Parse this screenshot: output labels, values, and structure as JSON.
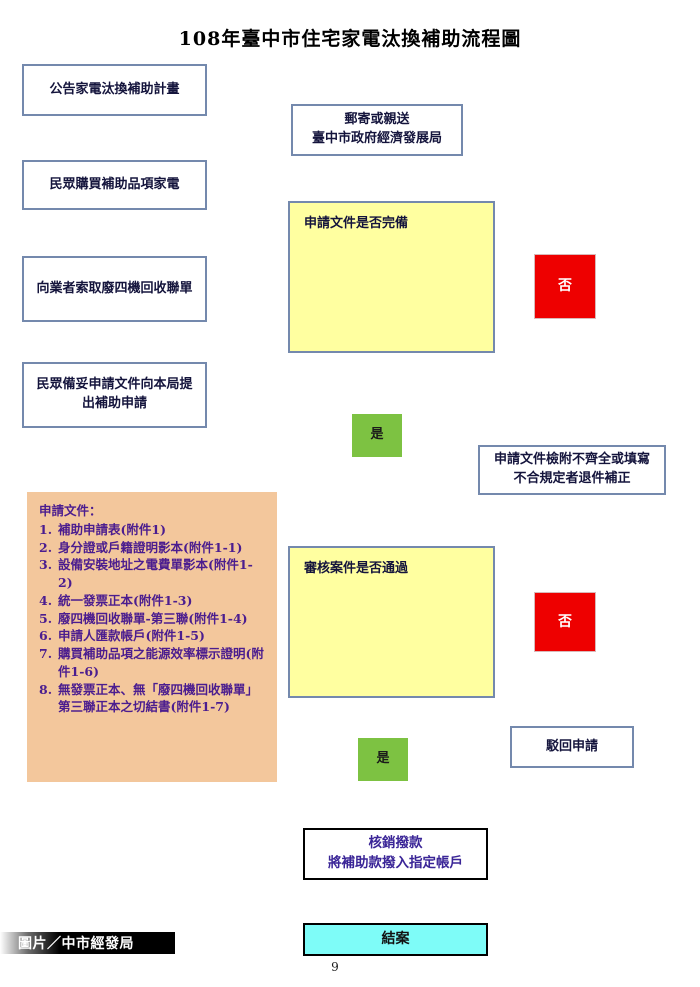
{
  "document": {
    "title": "108年臺中市住宅家電汰換補助流程圖",
    "page_number": "9",
    "credit": "圖片／中市經發局"
  },
  "colors": {
    "process_border": "#7489ad",
    "decision_fill": "#ffffa0",
    "no_fill": "#ee0000",
    "yes_fill": "#7dc242",
    "docs_fill": "#f3c79c",
    "docs_text": "#4b1d8f",
    "end_fill": "#7efcf8",
    "payout_text": "#3a2597"
  },
  "flow": {
    "left_column": [
      {
        "id": "announce",
        "label": "公告家電汰換補助計畫"
      },
      {
        "id": "purchase",
        "label": "民眾購買補助品項家電"
      },
      {
        "id": "recycle-receipt",
        "label": "向業者索取廢四機回收聯單"
      },
      {
        "id": "submit-application",
        "label": "民眾備妥申請文件向本局提出補助申請"
      }
    ],
    "middle_column": [
      {
        "id": "delivery",
        "label": "郵寄或親送\n臺中市政府經濟發展局"
      },
      {
        "id": "decision-documents",
        "label": "申請文件是否完備"
      },
      {
        "id": "decision-review",
        "label": "審核案件是否通過"
      },
      {
        "id": "payout",
        "label": "核銷撥款\n將補助款撥入指定帳戶"
      },
      {
        "id": "end",
        "label": "結案"
      }
    ],
    "branches": {
      "no_label": "否",
      "yes_label": "是",
      "return_for_correction": "申請文件檢附不齊全或填寫不合規定者退件補正",
      "rejected": "駁回申請"
    }
  },
  "documents_panel": {
    "heading": "申請文件：",
    "items": [
      {
        "num": "1.",
        "text": "補助申請表(附件1)"
      },
      {
        "num": "2.",
        "text": "身分證或戶籍證明影本(附件1-1)"
      },
      {
        "num": "3.",
        "text": "設備安裝地址之電費單影本(附件1-2)"
      },
      {
        "num": "4.",
        "text": "統一發票正本(附件1-3)"
      },
      {
        "num": "5.",
        "text": "廢四機回收聯單-第三聯(附件1-4)"
      },
      {
        "num": "6.",
        "text": "申請人匯款帳戶(附件1-5)"
      },
      {
        "num": "7.",
        "text": "購買補助品項之能源效率標示證明(附件1-6)"
      },
      {
        "num": "8.",
        "text": "無發票正本、無「廢四機回收聯單」第三聯正本之切結書(附件1-7)"
      }
    ]
  }
}
